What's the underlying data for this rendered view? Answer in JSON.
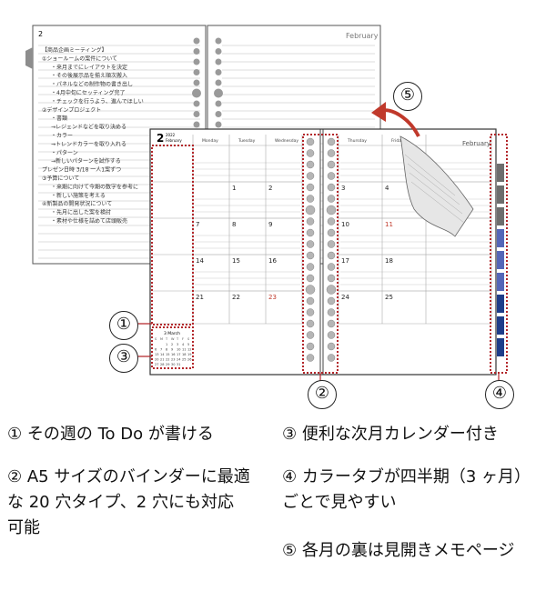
{
  "back_spread": {
    "page_number": "2",
    "month_label": "February",
    "memo_lines": [
      "【商品企画ミーティング】",
      "①ショールームの案件について",
      "・来月までにレイアウトを決定",
      "・その後展示品を揃え順次搬入",
      "・パネルなどの制作物の書き出し",
      "・4月中旬にセッティング完了",
      "・チェックを行うよう、進んでほしい",
      "②デザインプロジェクト",
      "・書類",
      "→レジェンドなどを取り決める",
      "・カラー",
      "→トレンドカラーを取り入れる",
      "・パターン",
      "→新しいパターンを試作する",
      "プレゼン日時 3/18 一人1案ずつ",
      "③予算について",
      "・来期に向けて今期の数字を参考に",
      "・新しい施策を考える",
      "④新製品の開発状況について",
      "・先月に出した案を検討",
      "・素材や仕様を詰めて店頭販売"
    ]
  },
  "weekly": {
    "page_number": "2",
    "year": "2022",
    "month_label": "February",
    "days_left": [
      "Monday",
      "Tuesday",
      "Wednesday"
    ],
    "days_right": [
      "Thursday",
      "Friday"
    ],
    "right_month_label": "February",
    "rows_left": [
      [
        "",
        "1",
        "2"
      ],
      [
        "7",
        "8",
        "9"
      ],
      [
        "14",
        "15",
        "16"
      ],
      [
        "21",
        "22",
        "23"
      ]
    ],
    "rows_right": [
      [
        "3",
        "4"
      ],
      [
        "10",
        "11"
      ],
      [
        "17",
        "18"
      ],
      [
        "24",
        "25"
      ]
    ],
    "red_dates": [
      "11",
      "23"
    ],
    "mini_calendar_title": "3 March",
    "mini_calendar_days": [
      "S",
      "M",
      "T",
      "W",
      "T",
      "F",
      "S"
    ],
    "mini_calendar_rows": [
      [
        "",
        "",
        "1",
        "2",
        "3",
        "4",
        "5"
      ],
      [
        "6",
        "7",
        "8",
        "9",
        "10",
        "11",
        "12"
      ],
      [
        "13",
        "14",
        "15",
        "16",
        "17",
        "18",
        "19"
      ],
      [
        "20",
        "21",
        "22",
        "23",
        "24",
        "25",
        "26"
      ],
      [
        "27",
        "28",
        "29",
        "30",
        "31",
        "",
        ""
      ]
    ]
  },
  "callouts": {
    "c1": "①",
    "c2": "②",
    "c3": "③",
    "c4": "④",
    "c5": "⑤"
  },
  "captions": {
    "cap1": "① その週の To Do が書ける",
    "cap2_line1": "② A5 サイズのバインダーに最適",
    "cap2_line2": "な 20 穴タイプ、2 穴にも対応",
    "cap2_line3": "可能",
    "cap3": "③ 便利な次月カレンダー付き",
    "cap4_line1": "④ カラータブが四半期（3 ヶ月）",
    "cap4_line2": "ごとで見やすい",
    "cap5": "⑤ 各月の裏は見開きメモページ"
  },
  "colors": {
    "dotted_red": "#b3262a",
    "tab_blue_dark": "#1f3d8a",
    "tab_blue": "#5566b8",
    "tab_gray": "#6d6d6d",
    "date_red": "#c0392b"
  }
}
